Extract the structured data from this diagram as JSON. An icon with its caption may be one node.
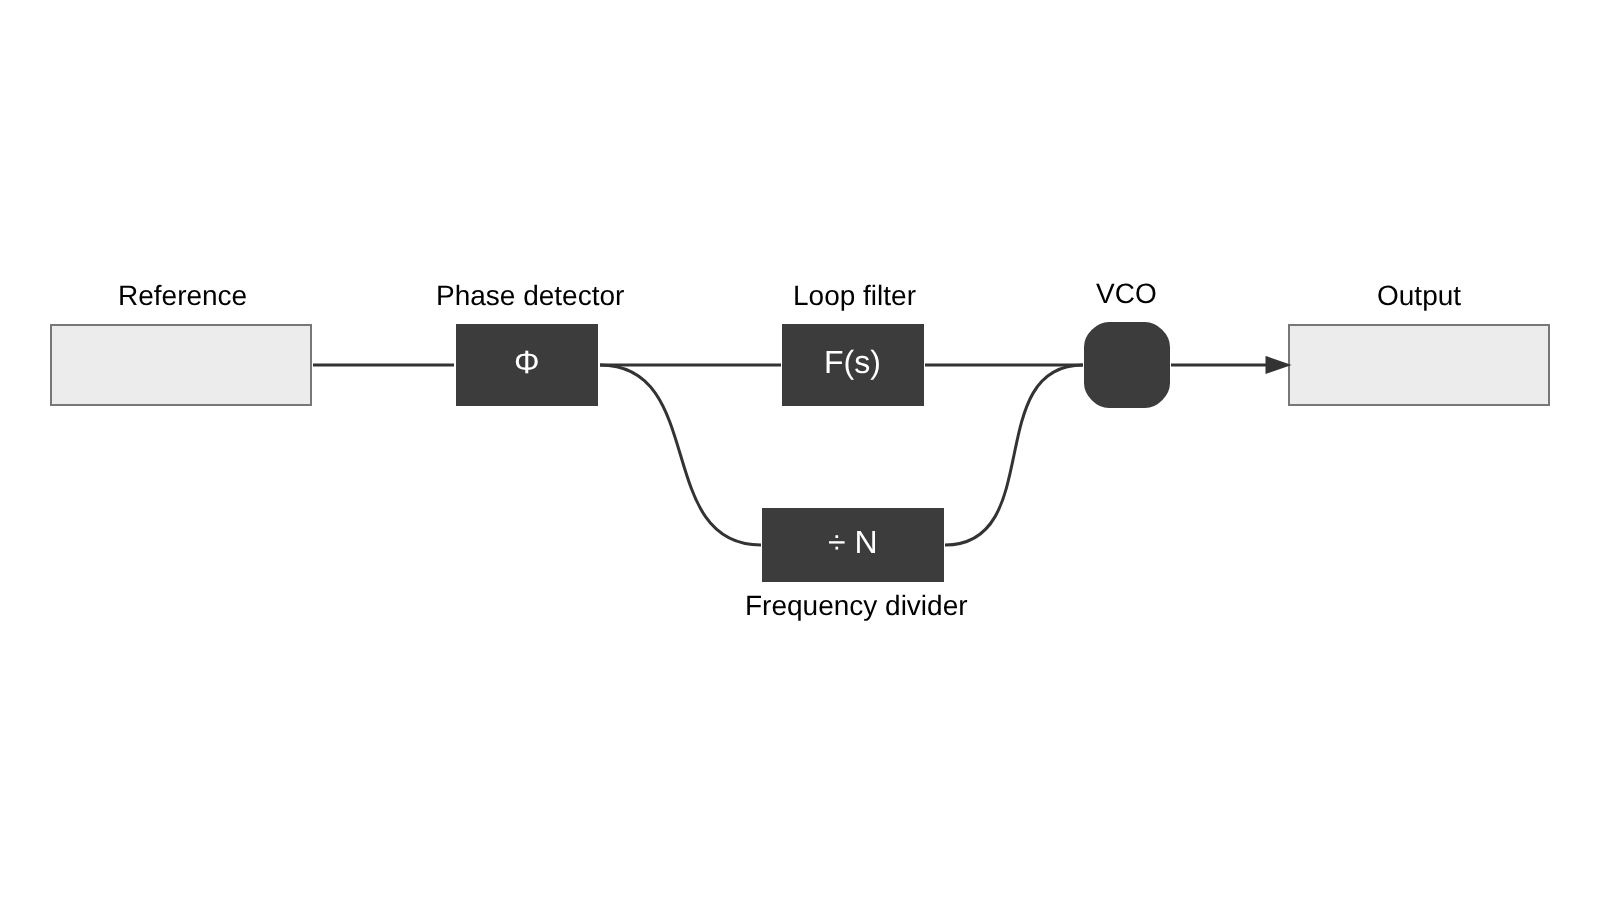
{
  "diagram": {
    "nodes": [
      {
        "text": [],
        "shape": "box",
        "beside": [
          "Reference"
        ]
      },
      {
        "text": [
          "Phase detector",
          "Φ"
        ]
      },
      {
        "text": [
          "Loop filter",
          "F(s)"
        ]
      },
      {
        "text": [
          "VCO"
        ]
      },
      {
        "text": [],
        "shape": "box",
        "beside": [
          "Output"
        ]
      },
      {
        "text": [
          "÷ N"
        ],
        "beside": [
          "Frequency divider"
        ]
      }
    ],
    "edges": [
      {
        "from": 0,
        "to": 1,
        "arrow": "none"
      },
      {
        "from": 1,
        "to": 2,
        "arrow": "none"
      },
      {
        "from": 2,
        "to": 3,
        "arrow": "none"
      },
      {
        "from": 3,
        "to": 4,
        "arrow": "to"
      },
      {
        "from": 3,
        "to": 5,
        "arrow": "none"
      },
      {
        "from": 5,
        "to": 1,
        "arrow": "none"
      }
    ]
  }
}
